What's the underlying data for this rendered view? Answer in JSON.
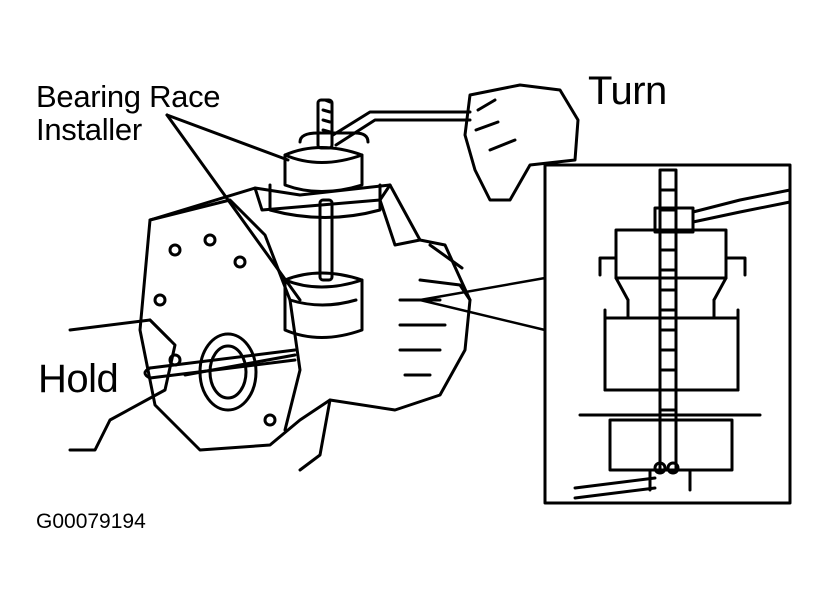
{
  "labels": {
    "installer_line1": "Bearing Race",
    "installer_line2": "Installer",
    "turn": "Turn",
    "hold": "Hold",
    "figure_code": "G00079194"
  },
  "colors": {
    "ink": "#000000",
    "paper": "#ffffff"
  }
}
